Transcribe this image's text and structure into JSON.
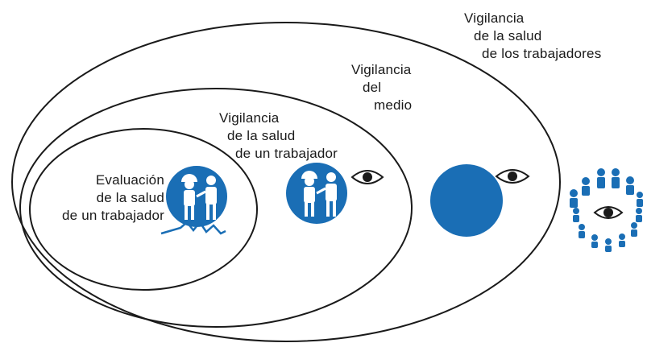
{
  "colors": {
    "accent": "#1a6eb5",
    "outline": "#1a1a1a",
    "background": "#ffffff"
  },
  "labels": {
    "workers_surveillance": [
      "Vigilancia",
      "de la salud",
      "de los trabajadores"
    ],
    "environment_surveillance": [
      "Vigilancia",
      "del",
      "medio"
    ],
    "worker_surveillance": [
      "Vigilancia",
      "de la salud",
      "de un trabajador"
    ],
    "worker_evaluation": [
      "Evaluación",
      "de la salud",
      "de un trabajador"
    ]
  },
  "icons": [
    "worker-clinician-icon",
    "eye-icon",
    "workforce-ring-icon"
  ]
}
